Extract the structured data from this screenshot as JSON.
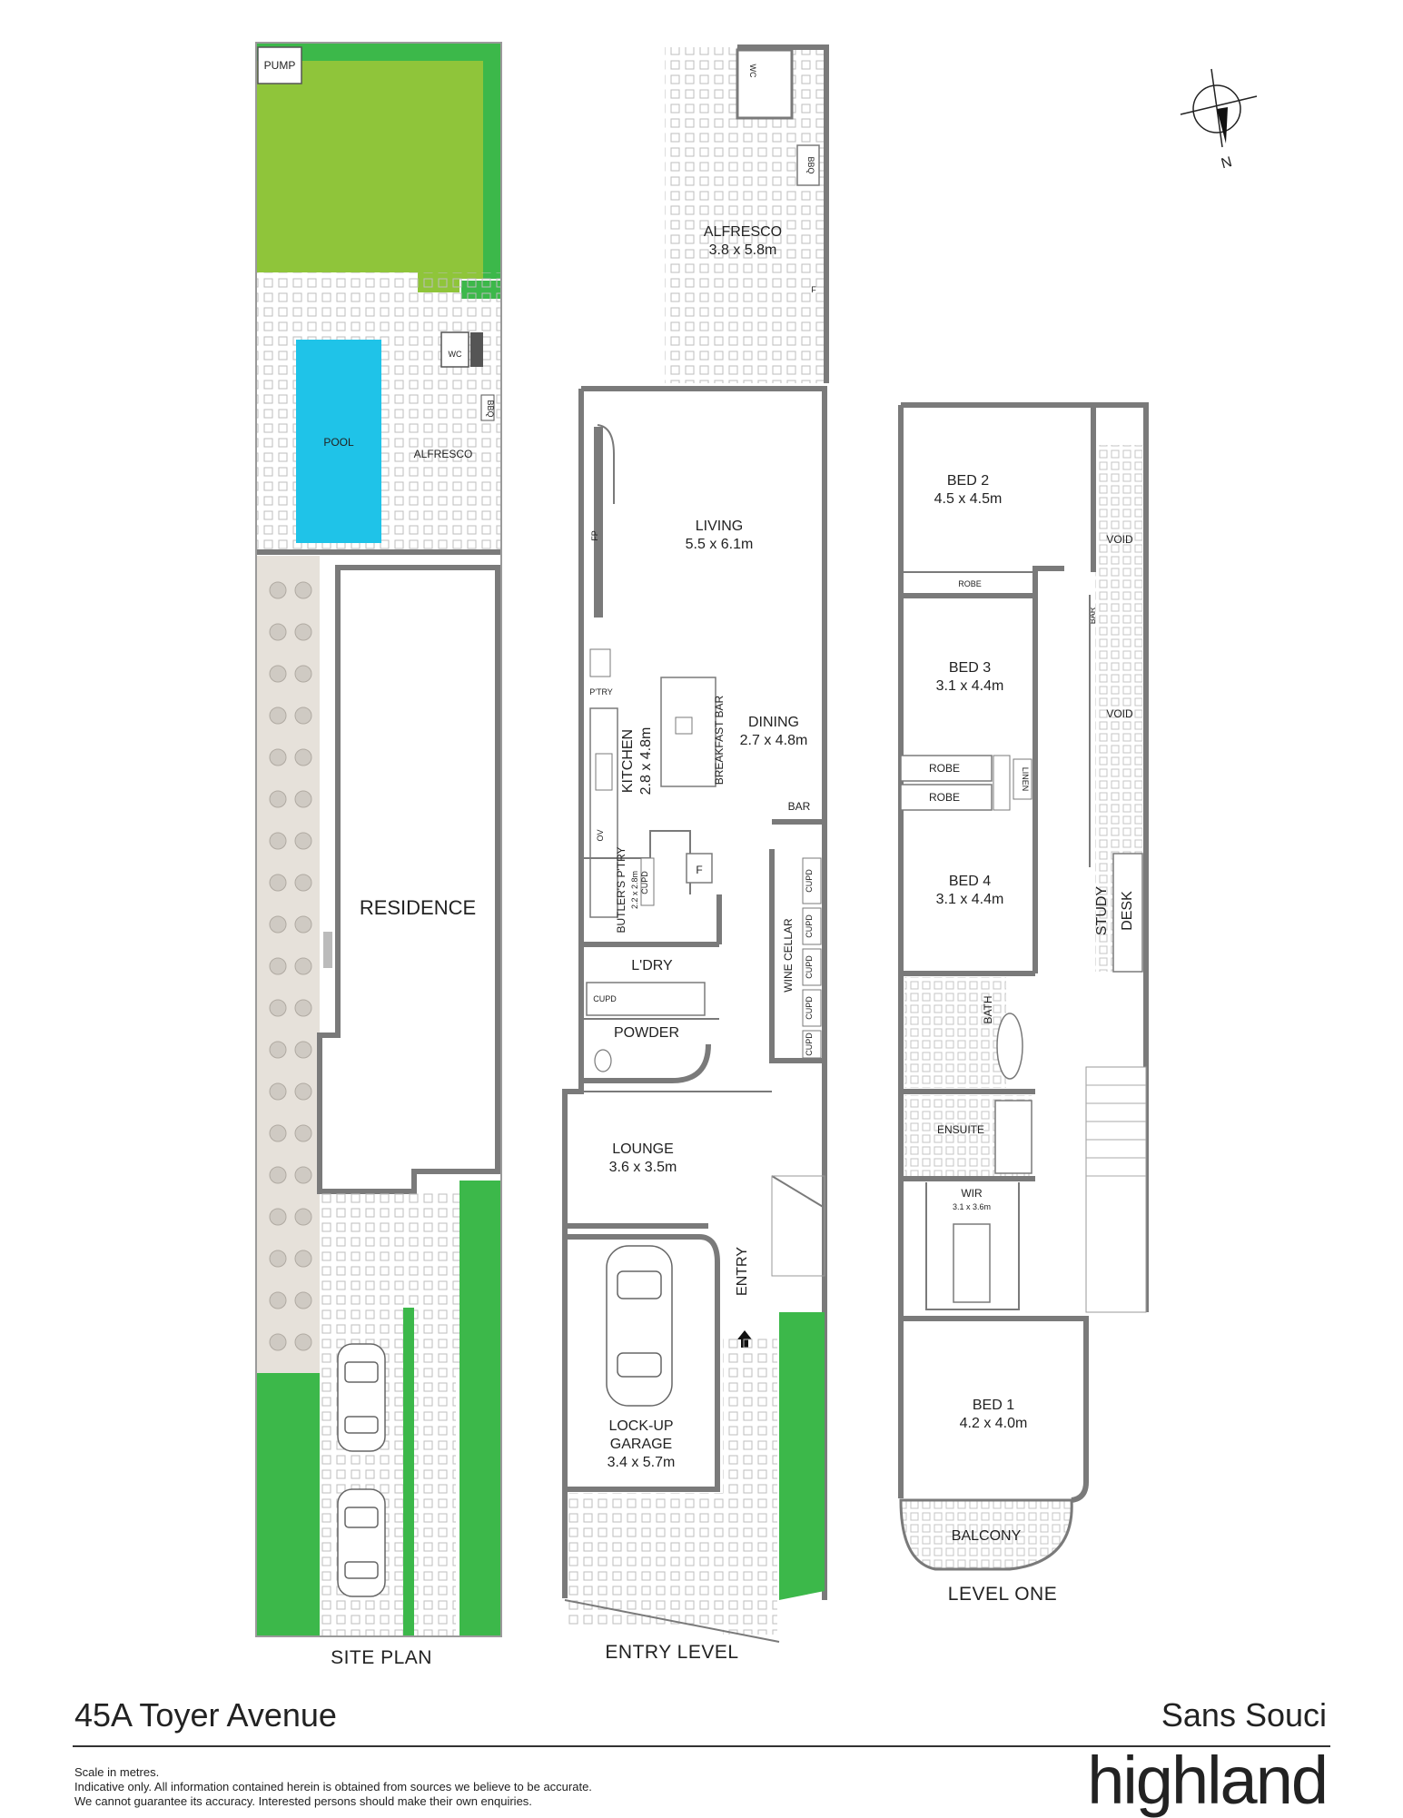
{
  "site_plan": {
    "title": "SITE PLAN",
    "labels": {
      "pump": "PUMP",
      "pool": "POOL",
      "alfresco": "ALFRESCO",
      "wc": "WC",
      "bbq": "BBQ",
      "residence": "RESIDENCE"
    }
  },
  "entry_level": {
    "title": "ENTRY LEVEL",
    "rooms": {
      "alfresco": {
        "name": "ALFRESCO",
        "size": "3.8 x 5.8m"
      },
      "living": {
        "name": "LIVING",
        "size": "5.5 x 6.1m"
      },
      "dining": {
        "name": "DINING",
        "size": "2.7 x 4.8m"
      },
      "kitchen": {
        "name": "KITCHEN",
        "size": "2.8 x 4.8m"
      },
      "butlers": {
        "name": "BUTLER'S P'TRY",
        "size": "2.2 x 2.8m"
      },
      "lounge": {
        "name": "LOUNGE",
        "size": "3.6 x 3.5m"
      },
      "garage_l1": "LOCK-UP",
      "garage_l2": "GARAGE",
      "garage_size": "3.4 x 5.7m"
    },
    "labels": {
      "wc": "WC",
      "bbq": "BBQ",
      "f": "F",
      "fp": "FP",
      "ptry": "P'TRY",
      "breakfast_bar": "BREAKFAST BAR",
      "bar": "BAR",
      "ov": "OV",
      "cupd": "CUPD",
      "ldry": "L'DRY",
      "powder": "POWDER",
      "wine_cellar": "WINE CELLAR",
      "entry": "ENTRY"
    }
  },
  "level_one": {
    "title": "LEVEL ONE",
    "rooms": {
      "bed2": {
        "name": "BED 2",
        "size": "4.5 x 4.5m"
      },
      "bed3": {
        "name": "BED 3",
        "size": "3.1 x 4.4m"
      },
      "bed4": {
        "name": "BED 4",
        "size": "3.1 x 4.4m"
      },
      "bed1": {
        "name": "BED 1",
        "size": "4.2 x 4.0m"
      },
      "wir": {
        "name": "WIR",
        "size": "3.1 x 3.6m"
      }
    },
    "labels": {
      "void": "VOID",
      "robe": "ROBE",
      "bar": "BAR",
      "linen": "LINEN",
      "study": "STUDY",
      "desk": "DESK",
      "bath": "BATH",
      "ensuite": "ENSUITE",
      "balcony": "BALCONY"
    }
  },
  "compass": {
    "north": "N"
  },
  "footer": {
    "address": "45A Toyer Avenue",
    "suburb": "Sans Souci",
    "disclaimer_1": "Scale in metres.",
    "disclaimer_2": "Indicative only. All information contained herein is obtained from sources we believe to be accurate.",
    "disclaimer_3": "We cannot guarantee its accuracy. Interested persons should make their own enquiries.",
    "brand": "highland"
  },
  "colors": {
    "lawn": "#8fc53a",
    "pool": "#1fc3e8",
    "garden": "#3cb84a",
    "wall": "#7a7a7a",
    "paving": "#d9d4cc"
  }
}
